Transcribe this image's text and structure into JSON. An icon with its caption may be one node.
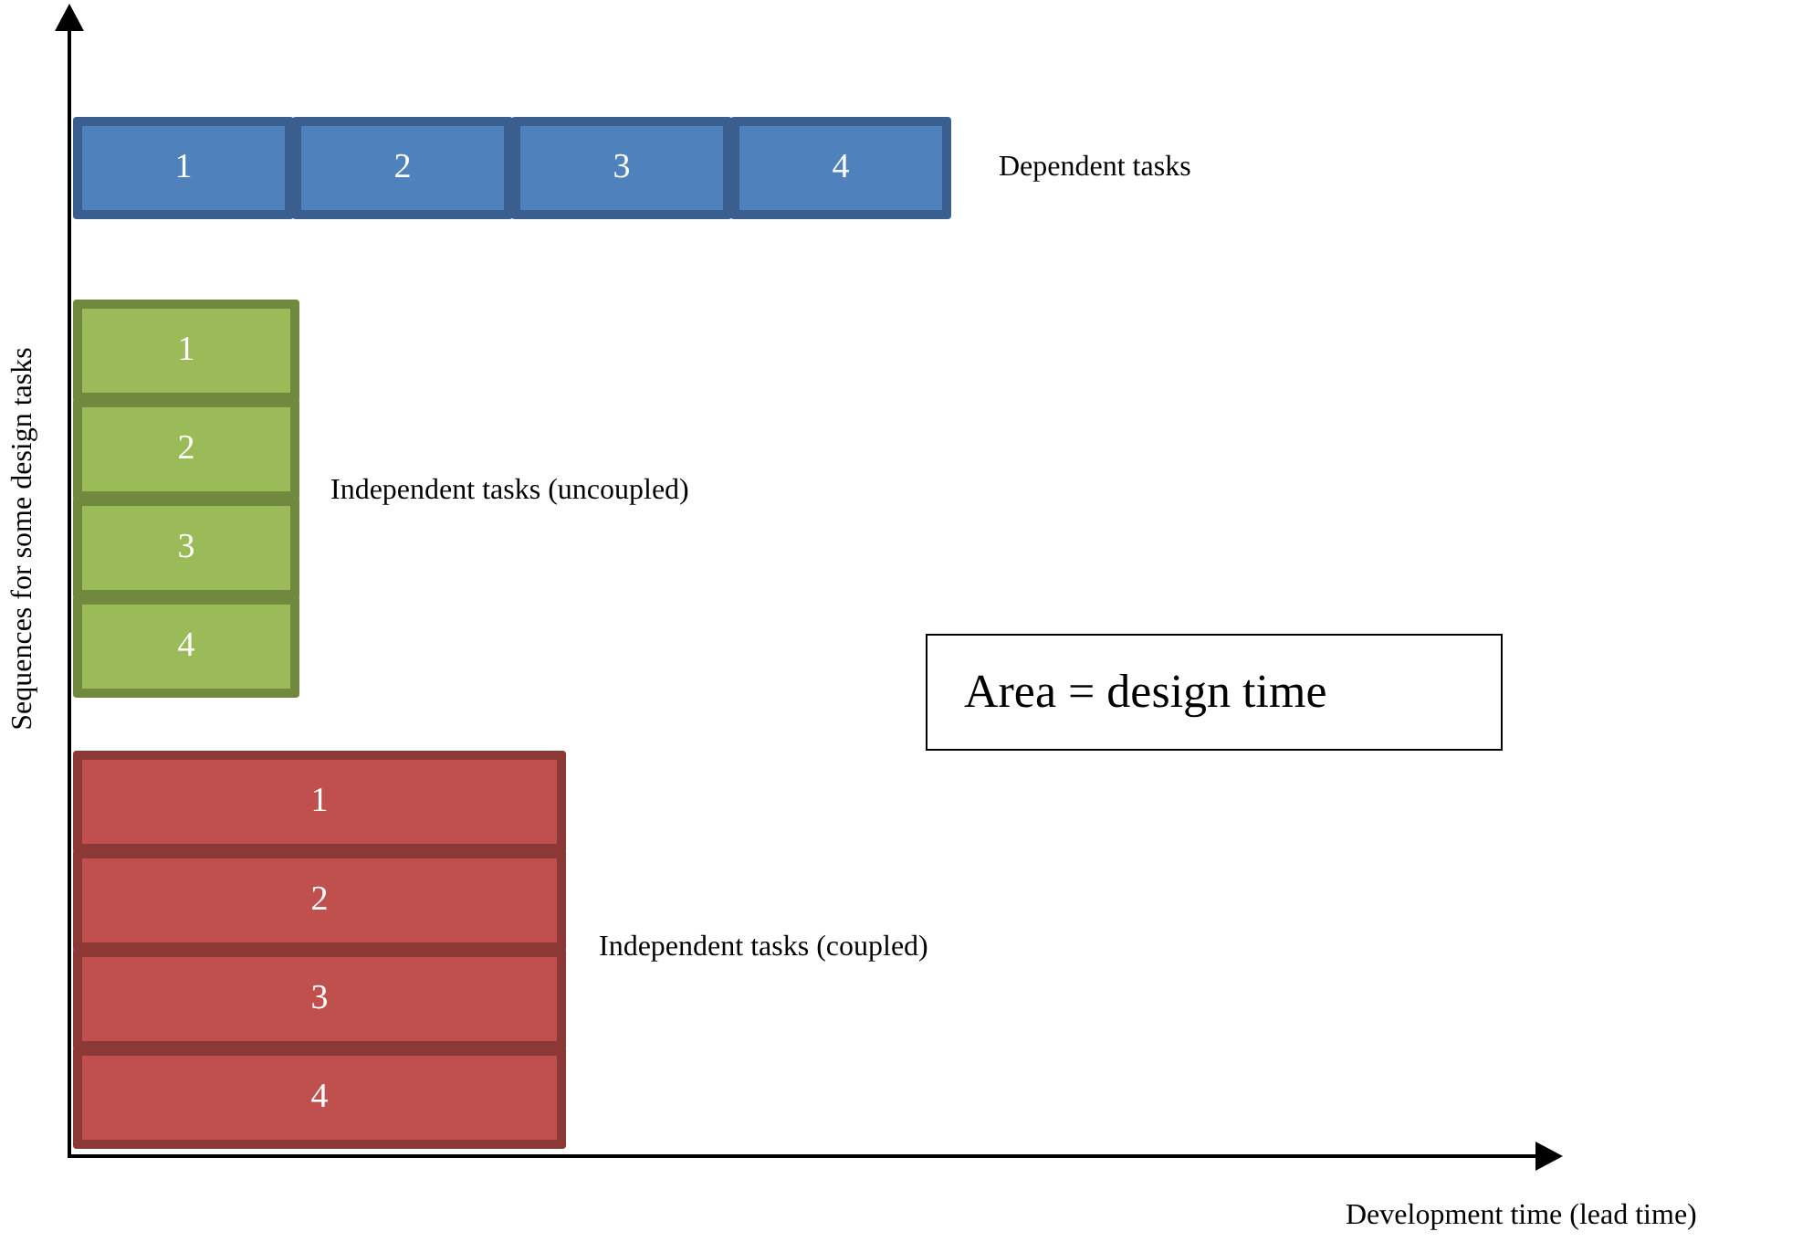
{
  "diagram": {
    "nodes": [
      {
        "text": [
          "1"
        ]
      },
      {
        "text": [
          "2"
        ]
      },
      {
        "text": [
          "3"
        ]
      },
      {
        "text": [
          "4"
        ]
      },
      {
        "text": [
          "1"
        ]
      },
      {
        "text": [
          "2"
        ]
      },
      {
        "text": [
          "3"
        ]
      },
      {
        "text": [
          "4"
        ]
      },
      {
        "text": [
          "1"
        ]
      },
      {
        "text": [
          "2"
        ]
      },
      {
        "text": [
          "3"
        ]
      },
      {
        "text": [
          "4"
        ]
      },
      {
        "text": [
          "Area = design time"
        ]
      }
    ],
    "edges": [],
    "labels": [
      "Dependent tasks",
      "Independent tasks (uncoupled)",
      "Sequences for some design tasks",
      "Independent tasks (coupled)",
      "Development time (lead time)"
    ]
  }
}
